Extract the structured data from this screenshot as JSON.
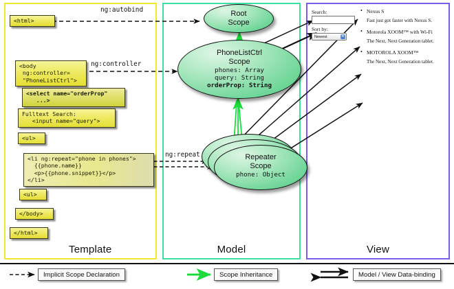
{
  "panels": {
    "template": {
      "label": "Template",
      "border_color": "#f2e730"
    },
    "model": {
      "label": "Model",
      "border_color": "#39e0a0"
    },
    "view": {
      "label": "View",
      "border_color": "#7b5ce8"
    }
  },
  "template_boxes": [
    {
      "id": "html-open",
      "text": "<html>"
    },
    {
      "id": "body-open",
      "text": "<body\n ng:controller=\n \"PhoneListCtrl\">"
    },
    {
      "id": "select",
      "text": "<select name=\"orderProp\"\n   ...>"
    },
    {
      "id": "fulltext",
      "text": "Fulltext Search:\n   <input name=\"query\">"
    },
    {
      "id": "ul-open",
      "text": "<ul>"
    },
    {
      "id": "li-repeat",
      "text": "<li ng:repeat=\"phone in phones\">\n  {{phone.name}}\n  <p>{{phone.snippet}}</p>\n</li>"
    },
    {
      "id": "ul-close",
      "text": "<ul>"
    },
    {
      "id": "body-close",
      "text": "</body>"
    },
    {
      "id": "html-close",
      "text": "</html>"
    }
  ],
  "scopes": [
    {
      "id": "root-scope",
      "title_lines": [
        "Root",
        "Scope"
      ],
      "properties": []
    },
    {
      "id": "phonelistctrl-scope",
      "title_lines": [
        "PhoneListCtrl",
        "Scope"
      ],
      "properties": [
        {
          "text": "phones: Array",
          "bold": false
        },
        {
          "text": "query: String",
          "bold": false
        },
        {
          "text": "orderProp: String",
          "bold": true
        }
      ]
    },
    {
      "id": "repeater-scope",
      "title_lines": [
        "Repeater",
        "Scope"
      ],
      "properties": [
        {
          "text": "phone: Object",
          "bold": false
        }
      ]
    }
  ],
  "edge_labels": [
    {
      "id": "ng-autobind",
      "text": "ng:autobind"
    },
    {
      "id": "ng-controller",
      "text": "ng:controller"
    },
    {
      "id": "ng-repeat",
      "text": "ng:repeat"
    }
  ],
  "view": {
    "search_label": "Search:",
    "search_value": "",
    "sort_label": "Sort by:",
    "sort_selected": "Newest",
    "phones": [
      {
        "name": "Nexus S",
        "snippet": "Fast just got faster with Nexus S."
      },
      {
        "name": "Motorola XOOM™ with Wi-Fi",
        "snippet": "The Next, Next Generation tablet."
      },
      {
        "name": "MOTOROLA XOOM™",
        "snippet": "The Next, Next Generation tablet."
      }
    ]
  },
  "legend": [
    {
      "id": "implicit-scope-declaration",
      "label": "Implicit Scope Declaration",
      "style": "dashed-arrow",
      "color": "#111111"
    },
    {
      "id": "scope-inheritance",
      "label": "Scope Inheritance",
      "style": "solid-arrow",
      "color": "#1ddb3c"
    },
    {
      "id": "model-view-data-binding",
      "label": "Model / View Data-binding",
      "style": "double-arrow",
      "color": "#111111"
    }
  ],
  "colors": {
    "code_box_fill": "#eeea63",
    "scope_fill": "#6fd698",
    "inheritance_green": "#1ddb3c"
  }
}
